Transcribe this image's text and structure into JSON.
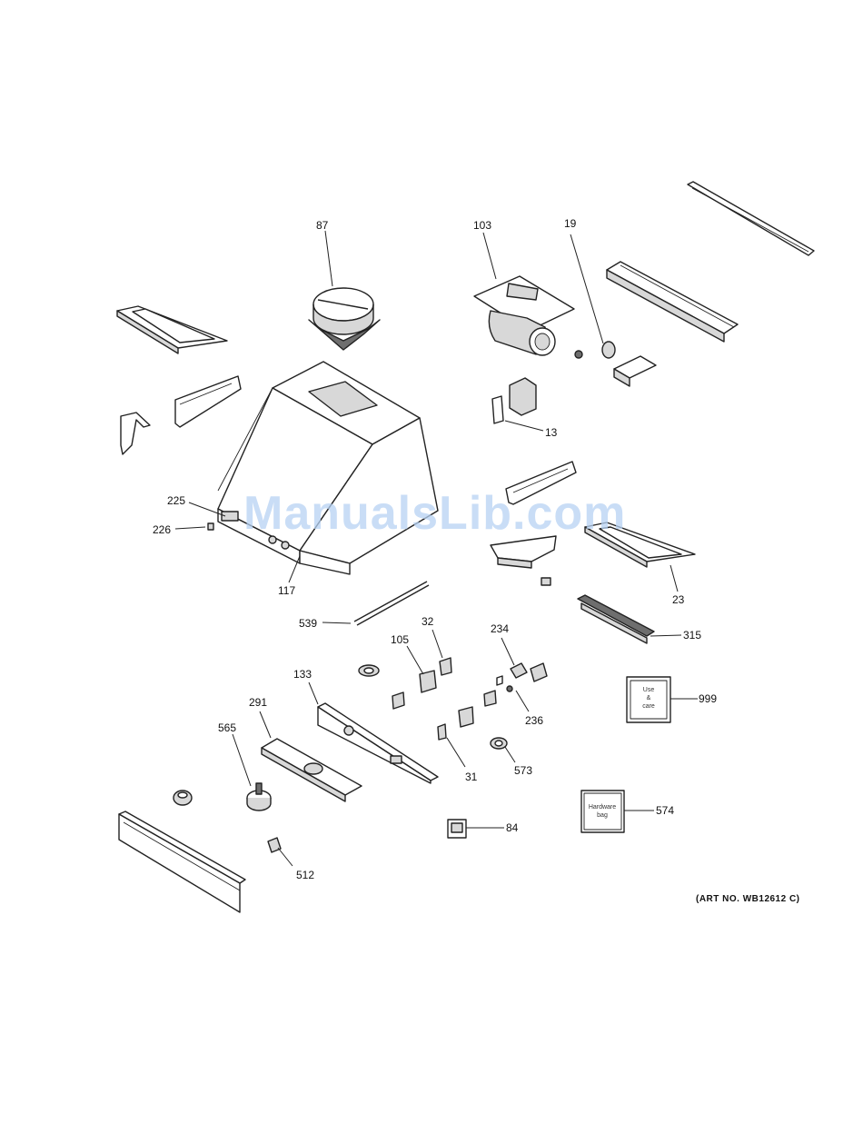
{
  "watermark": "ManualsLib.com",
  "art_number": "(ART NO. WB12612 C)",
  "callouts": {
    "c87": "87",
    "c103": "103",
    "c19": "19",
    "c13": "13",
    "c225": "225",
    "c226": "226",
    "c117": "117",
    "c23": "23",
    "c315": "315",
    "c539": "539",
    "c32": "32",
    "c105": "105",
    "c234": "234",
    "c236": "236",
    "c133": "133",
    "c291": "291",
    "c565": "565",
    "c999": "999",
    "c31": "31",
    "c573": "573",
    "c574": "574",
    "c84": "84",
    "c512": "512"
  },
  "boxes": {
    "use_care_line1": "Use",
    "use_care_line2": "&",
    "use_care_line3": "care",
    "hardware_line1": "Hardware",
    "hardware_line2": "bag"
  }
}
